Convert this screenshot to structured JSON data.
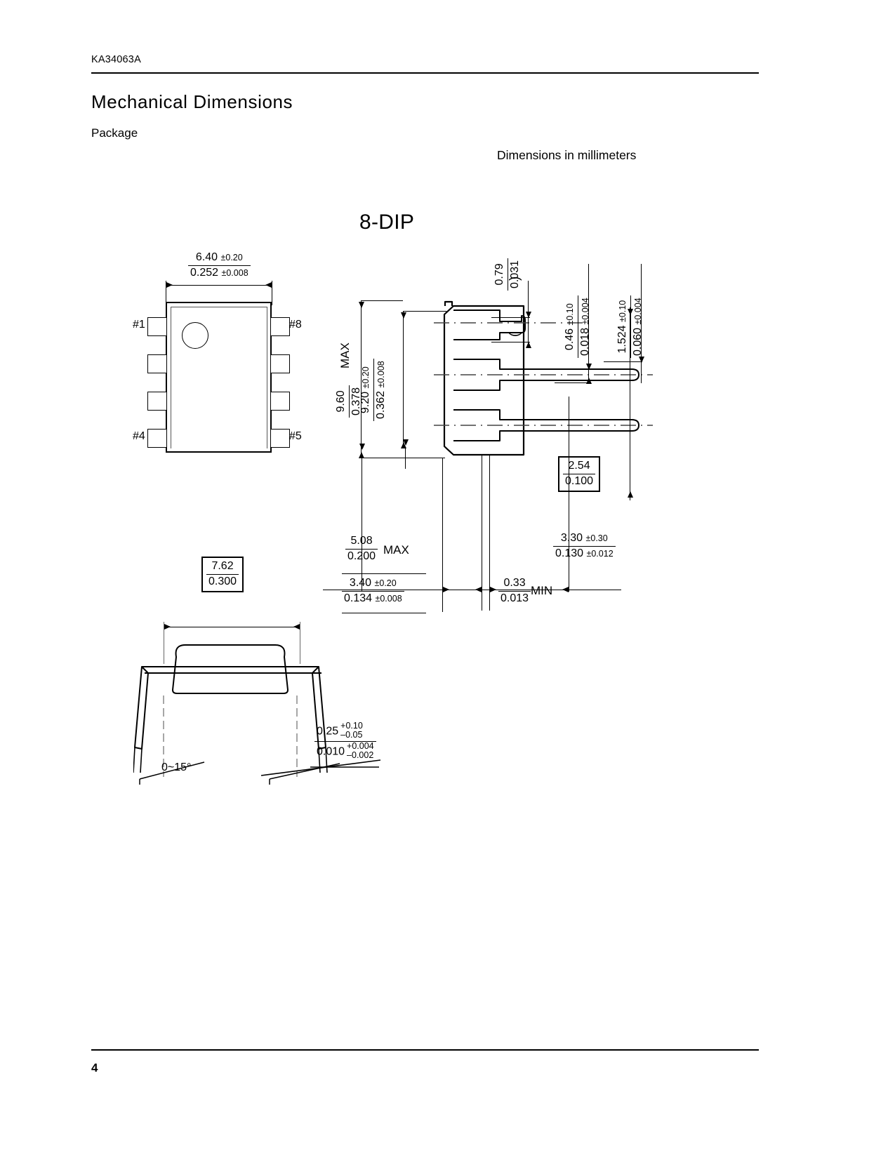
{
  "header": {
    "part_code": "KA34063A",
    "title": "Mechanical Dimensions",
    "subtitle": "Package",
    "units_note": "Dimensions in millimeters",
    "package_name": "8-DIP"
  },
  "footer": {
    "page_number": "4"
  },
  "pins": {
    "top_left": "#1",
    "top_right": "#8",
    "bottom_left": "#4",
    "bottom_right": "#5"
  },
  "dimensions": {
    "body_width": {
      "mm": "6.40",
      "mm_tol": "±0.20",
      "inch": "0.252",
      "inch_tol": "±0.008"
    },
    "body_length_max": {
      "mm": "9.60",
      "inch": "0.378",
      "qualifier": "MAX"
    },
    "body_length": {
      "mm": "9.20",
      "mm_tol": "±0.20",
      "inch": "0.362",
      "inch_tol": "±0.008"
    },
    "lead_shoulder": {
      "mm": "0.79",
      "inch": "0.031",
      "paren": true
    },
    "lead_thickness": {
      "mm": "0.46",
      "mm_tol": "±0.10",
      "inch": "0.018",
      "inch_tol": "±0.004"
    },
    "lead_width": {
      "mm": "1.524",
      "mm_tol": "±0.10",
      "inch": "0.060",
      "inch_tol": "±0.004"
    },
    "lead_pitch": {
      "mm": "2.54",
      "inch": "0.100",
      "boxed": true
    },
    "seating_height_max": {
      "mm": "5.08",
      "inch": "0.200",
      "qualifier": "MAX"
    },
    "body_height": {
      "mm": "3.40",
      "mm_tol": "±0.20",
      "inch": "0.134",
      "inch_tol": "±0.008"
    },
    "standoff_min": {
      "mm": "0.33",
      "inch": "0.013",
      "qualifier": "MIN"
    },
    "lead_length": {
      "mm": "3.30",
      "mm_tol": "±0.30",
      "inch": "0.130",
      "inch_tol": "±0.012"
    },
    "row_spacing": {
      "mm": "7.62",
      "inch": "0.300",
      "boxed": true
    },
    "lead_gauge": {
      "mm": "0.25",
      "mm_tol_plus": "+0.10",
      "mm_tol_minus": "–0.05",
      "inch": "0.010",
      "inch_tol_plus": "+0.004",
      "inch_tol_minus": "–0.002"
    },
    "lead_angle": "0~15°"
  }
}
